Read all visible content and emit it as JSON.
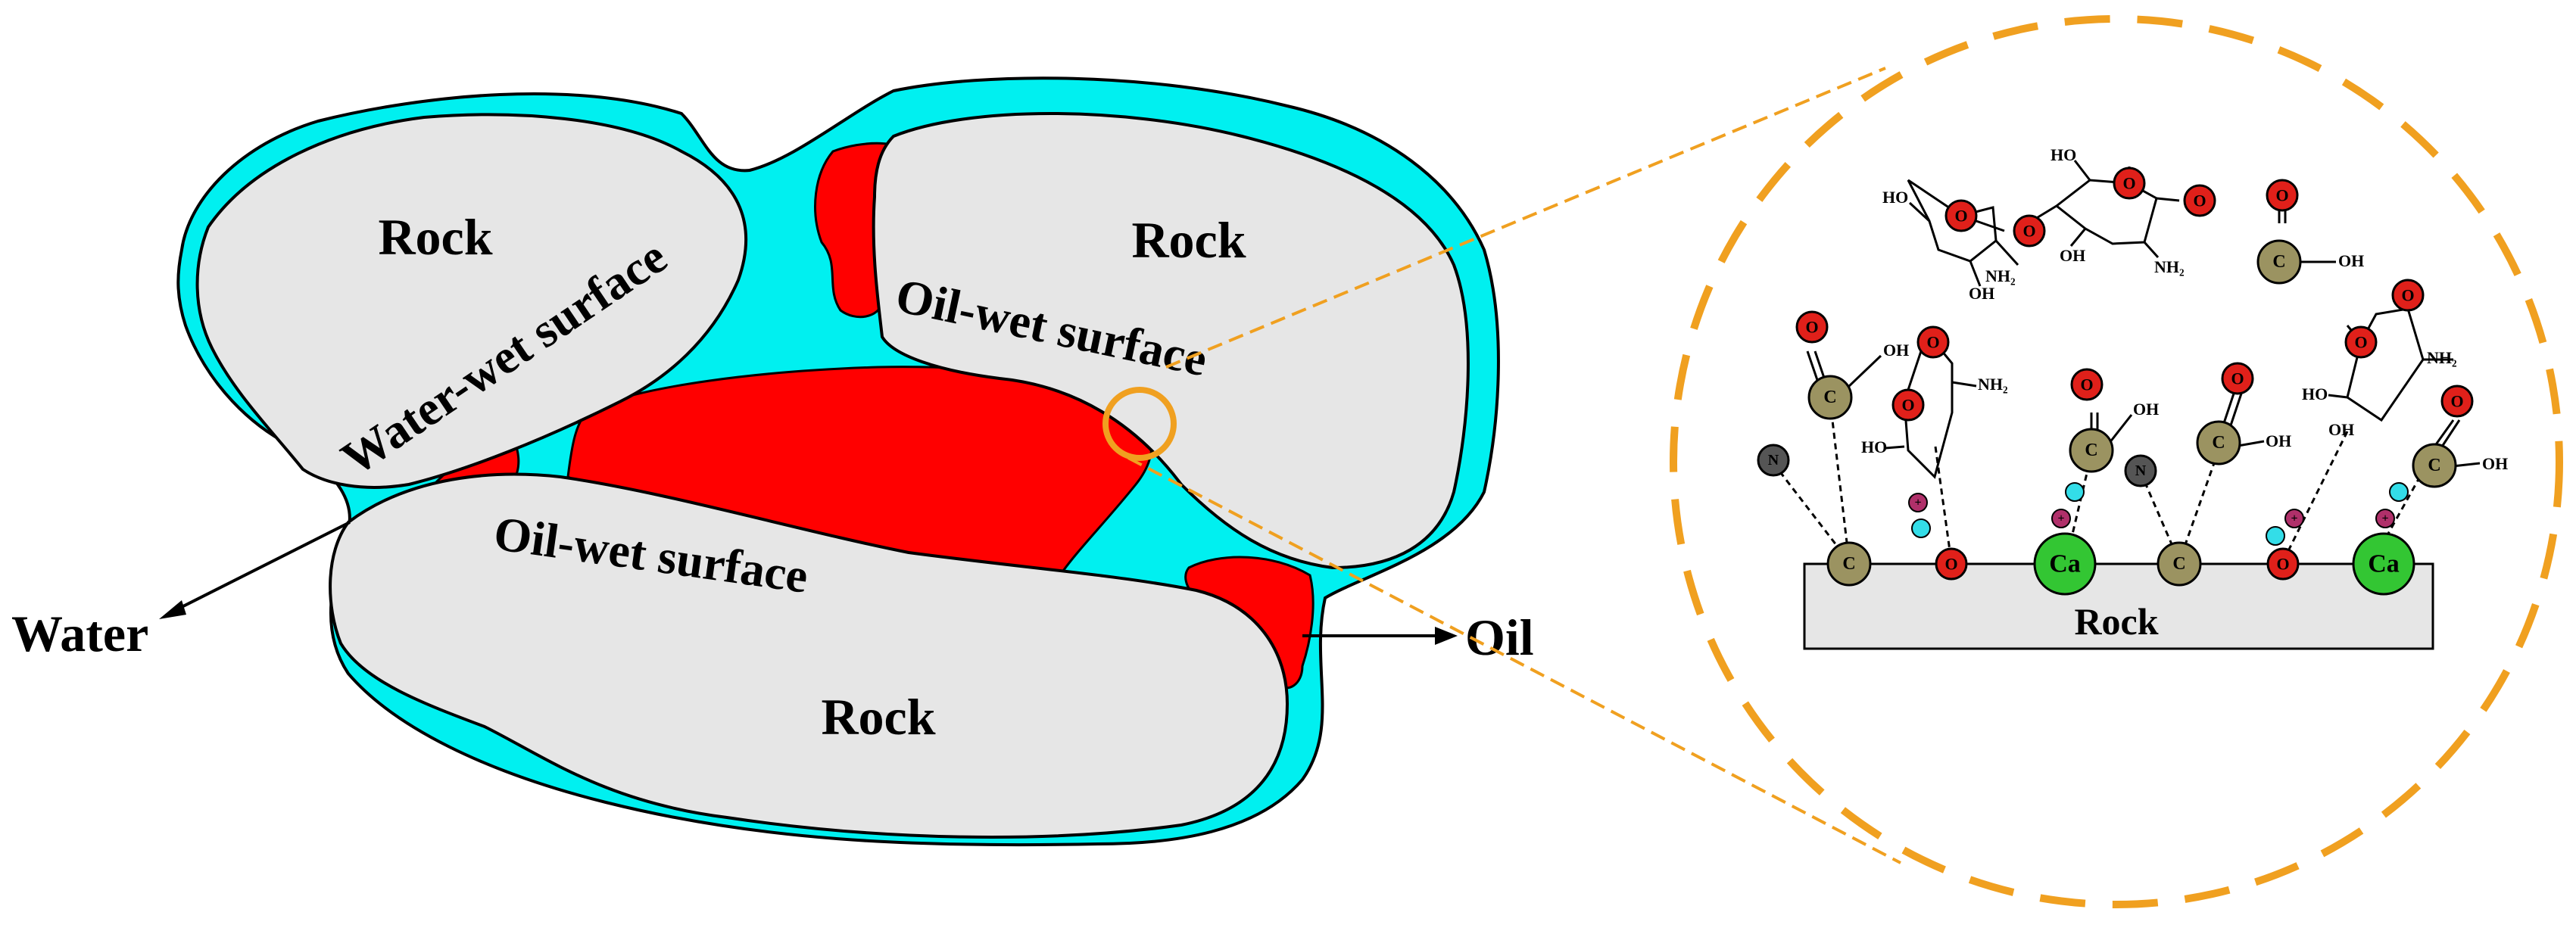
{
  "labels": {
    "rock_top_left": "Rock",
    "rock_top_right": "Rock",
    "rock_bottom": "Rock",
    "water_wet_surface": "Water-wet surface",
    "oil_wet_surface_upper": "Oil-wet surface",
    "oil_wet_surface_lower": "Oil-wet surface",
    "water": "Water",
    "oil": "Oil",
    "zoom_rock": "Rock"
  },
  "atoms": {
    "O": "O",
    "C": "C",
    "N": "N",
    "Ca": "Ca",
    "plus": "+"
  },
  "groups": {
    "OH": "OH",
    "HO": "HO",
    "NH2": "NH₂"
  },
  "colors": {
    "water": "#00f0f0",
    "oil": "#ff0000",
    "rock": "#e6e6e6",
    "zoom_dash": "#f0a020",
    "oxygen": "#e0201a",
    "carbon": "#9b9361",
    "calcium": "#33c633",
    "nitrogen": "#555555",
    "cation": "#b0306a",
    "small_ion": "#33dde8"
  }
}
